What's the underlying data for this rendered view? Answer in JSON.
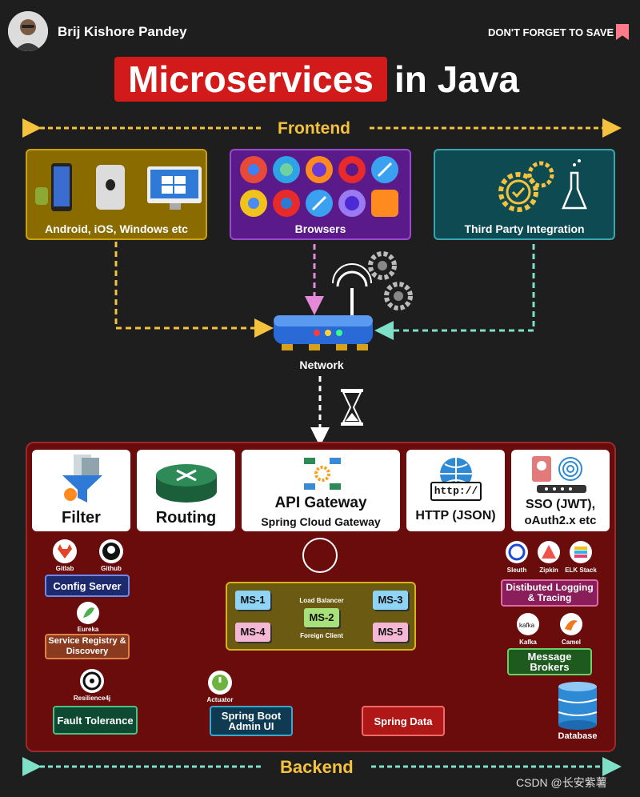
{
  "header": {
    "author": "Brij Kishore Pandey",
    "save_text": "DON'T FORGET TO SAVE",
    "title_highlight": "Microservices",
    "title_rest": "in Java"
  },
  "frontend": {
    "label": "Frontend",
    "clients": [
      {
        "label": "Android, iOS, Windows etc",
        "color": "#8a6b00"
      },
      {
        "label": "Browsers",
        "color": "#5a1a8a"
      },
      {
        "label": "Third Party Integration",
        "color": "#0e4a52"
      }
    ]
  },
  "network": {
    "label": "Network"
  },
  "backend": {
    "label": "Backend",
    "features": [
      {
        "label": "Filter"
      },
      {
        "label": "Routing"
      },
      {
        "label": "API Gateway",
        "sub": "Spring Cloud Gateway"
      },
      {
        "label": "HTTP (JSON)"
      },
      {
        "label": "SSO (JWT),",
        "sub": "oAuth2.x etc"
      }
    ],
    "http_text": "http://",
    "services": [
      "MS-1",
      "MS-2",
      "MS-3",
      "MS-4",
      "MS-5"
    ],
    "load_balancer": "Load Balancer",
    "foreign_client": "Foreign Client",
    "config_server": "Config Server",
    "service_registry": "Service Registry & Discovery",
    "fault_tolerance": "Fault Tolerance",
    "admin_ui": "Spring Boot Admin UI",
    "spring_data": "Spring Data",
    "database": "Database",
    "logging": "Distibuted Logging & Tracing",
    "message_brokers": "Message Brokers",
    "tools": {
      "gitlab": "Gitlab",
      "github": "Github",
      "eureka": "Eureka",
      "resilience": "Resilience4j",
      "actuator": "Actuator",
      "sleuth": "Sleuth",
      "zipkin": "Zipkin",
      "elk": "ELK Stack",
      "kafka": "Kafka",
      "kafka_logo": "kafka",
      "camel": "Camel"
    }
  },
  "watermark": "CSDN @长安紫薯",
  "colors": {
    "accent_red": "#d21a1a",
    "dash_yellow": "#f5c23e",
    "dash_pink": "#e58ad8",
    "dash_teal": "#7fe0c8",
    "backend_bg": "#6a0c0c"
  }
}
